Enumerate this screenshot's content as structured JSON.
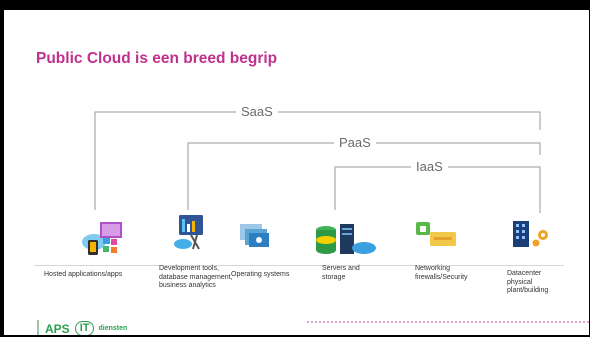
{
  "slide": {
    "title": "Public Cloud is een breed begrip",
    "tiers": {
      "saas": "SaaS",
      "paas": "PaaS",
      "iaas": "IaaS"
    },
    "layers": [
      {
        "label": "Hosted applications/apps",
        "icon": "apps-icon"
      },
      {
        "label": "Development tools, database management, business analytics",
        "icon": "dev-tools-icon"
      },
      {
        "label": "Operating systems",
        "icon": "operating-systems-icon"
      },
      {
        "label": "Servers and storage",
        "icon": "servers-storage-icon"
      },
      {
        "label": "Networking firewalls/Security",
        "icon": "network-security-icon"
      },
      {
        "label": "Datacenter physical plant/building",
        "icon": "datacenter-icon"
      }
    ],
    "footer": {
      "brand_aps": "APS",
      "brand_it": "IT",
      "brand_suffix": "diensten"
    },
    "colors": {
      "title": "#c0318d",
      "brand": "#2a9e4f",
      "dots": "#d6a0cf"
    }
  }
}
